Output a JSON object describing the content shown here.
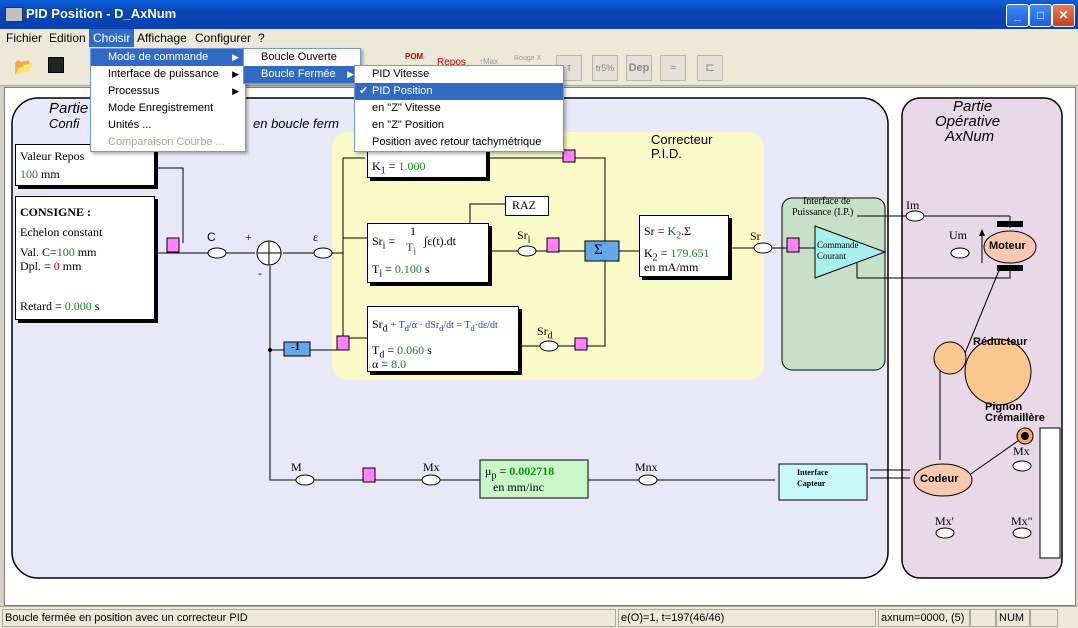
{
  "window": {
    "title": "PID Position - D_AxNum",
    "min": "_",
    "max": "□",
    "close": "✕"
  },
  "menubar": [
    "Fichier",
    "Edition",
    "Choisir",
    "Affichage",
    "Configurer",
    "?"
  ],
  "toolbar": {
    "open_icon": "folder-open-icon",
    "save_icon": "floppy-disk-icon",
    "repos": "Repos",
    "imax": "↑Max",
    "rouge": "Rouge X",
    "tr5": "tr5%",
    "dep": "Dep",
    "pom": "POM"
  },
  "menu_choisir": [
    {
      "label": "Mode de commande",
      "submenu": true,
      "highlighted": true
    },
    {
      "label": "Interface de puissance",
      "submenu": true
    },
    {
      "label": "Processus",
      "submenu": true
    },
    {
      "label": "Mode Enregistrement"
    },
    {
      "label": "Unités ..."
    },
    {
      "label": "Comparaison Courbe ...",
      "disabled": true
    }
  ],
  "menu_mode": [
    {
      "label": "Boucle Ouverte"
    },
    {
      "label": "Boucle Fermée",
      "submenu": true,
      "highlighted": true
    }
  ],
  "menu_boucle": [
    {
      "label": "PID Vitesse"
    },
    {
      "label": "PID Position",
      "checked": true,
      "highlighted": true
    },
    {
      "label": "en \"Z\" Vitesse"
    },
    {
      "label": "en \"Z\" Position"
    },
    {
      "label": "Position avec retour tachymétrique"
    }
  ],
  "diagram": {
    "partie_commande_title": "Partie",
    "partie_commande_sub": "Confi",
    "partie_commande_sub2": "en boucle ferm",
    "partie_operative": [
      "Partie",
      "Opérative",
      "AxNum"
    ],
    "correcteur": [
      "Correcteur",
      "P.I.D."
    ],
    "valeur_repos": {
      "label": "Valeur Repos",
      "value": "100",
      "unit": "mm"
    },
    "consigne": {
      "title": "CONSIGNE :",
      "type": "Echelon constant",
      "val_label": "Val. C=",
      "val": "100",
      "val_unit": "mm",
      "dpl_label": "Dpl. =",
      "dpl": "0",
      "dpl_unit": "mm",
      "retard_label": "Retard = ",
      "retard": "0.000",
      "retard_unit": "s"
    },
    "k1": {
      "label": "K",
      "sub": "1",
      "eq": " = ",
      "value": "1.000"
    },
    "raz": "RAZ",
    "sri": {
      "sr": "Sr",
      "sub": "i",
      "eq": " = ",
      "num": "1",
      "den": "T",
      "densub": "i",
      "integral": "∫ε(t).dt",
      "ti_label": "T",
      "ti_sub": "i",
      "ti_eq": " = ",
      "ti": "0.100",
      "ti_unit": "s"
    },
    "srd": {
      "sr": "Sr",
      "sub": "d",
      "td_label": "T",
      "td_sub": "d",
      "td_eq": " = ",
      "td": "0.060",
      "td_unit": "s",
      "alpha_label": "α = ",
      "alpha": "8.0"
    },
    "sr_box": {
      "l1": "Sr = ",
      "k2": "K",
      "k2sub": "2",
      "l1b": ".Σ",
      "k2l": "K",
      "k2lsub": "2",
      "k2eq": " = ",
      "k2val": "179.651",
      "unit": "en mA/mm"
    },
    "sigma": "Σ",
    "minus_one": "-1",
    "labels": {
      "C": "C",
      "eps": "ε",
      "plus": "+",
      "minus": "-",
      "sri": "Sr",
      "srd": "Sr",
      "sr": "Sr",
      "im": "Im",
      "um": "Um",
      "M": "M",
      "Mx": "Mx",
      "Mnx": "Mnx",
      "Mx2": "Mx",
      "Mxp": "Mx'",
      "Mxpp": "Mx\""
    },
    "interface_puissance": [
      "Interface de",
      "Puissance (I.P.)"
    ],
    "commande_courant": [
      "Commande",
      "Courant"
    ],
    "moteur": "Moteur",
    "reducteur": "Réducteur",
    "pignon": [
      "Pignon",
      "Crémaillère"
    ],
    "codeur": "Codeur",
    "interface_capteur": [
      "Interface",
      "Capteur"
    ],
    "mu": {
      "label": "μ",
      "sub": "p",
      "eq": " = ",
      "value": "0.002718",
      "unit": "en mm/inc"
    }
  },
  "status": {
    "main": "Boucle fermée en position avec un correcteur PID",
    "eo": "e(O)=1, t=197(46/46)",
    "axnum": "axnum=0000, (5)",
    "num": "NUM"
  }
}
